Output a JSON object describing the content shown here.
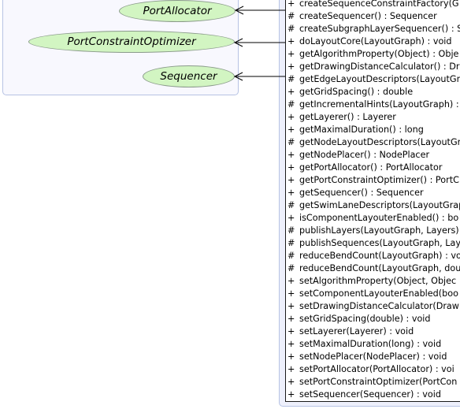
{
  "nodes": [
    {
      "id": "port-allocator",
      "label": "PortAllocator"
    },
    {
      "id": "port-constraint-optimizer",
      "label": "PortConstraintOptimizer"
    },
    {
      "id": "sequencer",
      "label": "Sequencer"
    }
  ],
  "members": [
    {
      "vis": "+",
      "text": "createSequenceConstraintFactory(G"
    },
    {
      "vis": "#",
      "text": "createSequencer() : Sequencer"
    },
    {
      "vis": "#",
      "text": "createSubgraphLayerSequencer() : S"
    },
    {
      "vis": "+",
      "text": "doLayoutCore(LayoutGraph) : void"
    },
    {
      "vis": "+",
      "text": "getAlgorithmProperty(Object) : Obje"
    },
    {
      "vis": "+",
      "text": "getDrawingDistanceCalculator() : Dr"
    },
    {
      "vis": "#",
      "text": "getEdgeLayoutDescriptors(LayoutGr"
    },
    {
      "vis": "+",
      "text": "getGridSpacing() : double"
    },
    {
      "vis": "#",
      "text": "getIncrementalHints(LayoutGraph) :"
    },
    {
      "vis": "+",
      "text": "getLayerer() : Layerer"
    },
    {
      "vis": "+",
      "text": "getMaximalDuration() : long"
    },
    {
      "vis": "#",
      "text": "getNodeLayoutDescriptors(LayoutGr"
    },
    {
      "vis": "+",
      "text": "getNodePlacer() : NodePlacer"
    },
    {
      "vis": "+",
      "text": "getPortAllocator() : PortAllocator"
    },
    {
      "vis": "+",
      "text": "getPortConstraintOptimizer() : PortC"
    },
    {
      "vis": "+",
      "text": "getSequencer() : Sequencer"
    },
    {
      "vis": "#",
      "text": "getSwimLaneDescriptors(LayoutGrap"
    },
    {
      "vis": "+",
      "text": "isComponentLayouterEnabled() : bo"
    },
    {
      "vis": "#",
      "text": "publishLayers(LayoutGraph, Layers)"
    },
    {
      "vis": "#",
      "text": "publishSequences(LayoutGraph, Lay"
    },
    {
      "vis": "#",
      "text": "reduceBendCount(LayoutGraph) : vo"
    },
    {
      "vis": "#",
      "text": "reduceBendCount(LayoutGraph, dou"
    },
    {
      "vis": "+",
      "text": "setAlgorithmProperty(Object, Objec"
    },
    {
      "vis": "+",
      "text": "setComponentLayouterEnabled(boo"
    },
    {
      "vis": "+",
      "text": "setDrawingDistanceCalculator(Draw"
    },
    {
      "vis": "+",
      "text": "setGridSpacing(double) : void"
    },
    {
      "vis": "+",
      "text": "setLayerer(Layerer) : void"
    },
    {
      "vis": "+",
      "text": "setMaximalDuration(long) : void"
    },
    {
      "vis": "+",
      "text": "setNodePlacer(NodePlacer) : void"
    },
    {
      "vis": "+",
      "text": "setPortAllocator(PortAllocator) : voi"
    },
    {
      "vis": "+",
      "text": "setPortConstraintOptimizer(PortCon"
    },
    {
      "vis": "+",
      "text": "setSequencer(Sequencer) : void"
    }
  ]
}
